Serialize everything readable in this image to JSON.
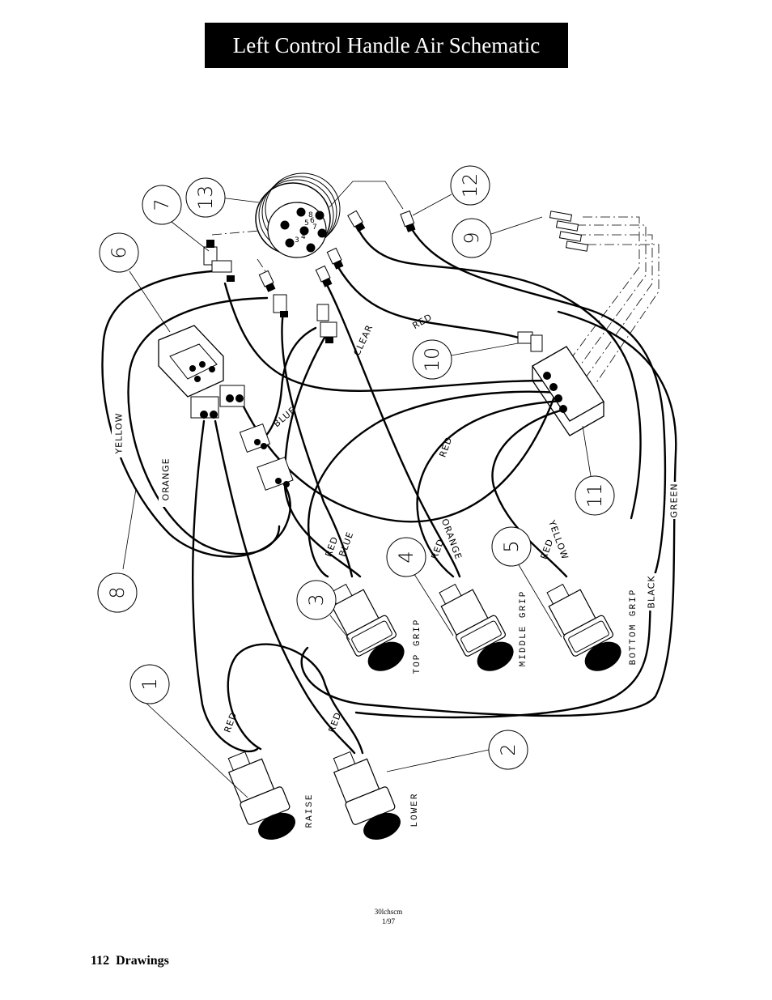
{
  "title": "Left Control Handle Air Schematic",
  "callouts": [
    "1",
    "2",
    "3",
    "4",
    "5",
    "6",
    "7",
    "8",
    "9",
    "10",
    "11",
    "12",
    "13"
  ],
  "connector_pins": [
    "3",
    "4",
    "5",
    "6",
    "7",
    "8"
  ],
  "wire_labels": {
    "yellow_left": "YELLOW",
    "orange_left": "ORANGE",
    "blue_top": "BLUE",
    "clear": "CLEAR",
    "red_top": "RED",
    "red_mid": "RED",
    "red_3": "RED",
    "blue_3": "BLUE",
    "red_4": "RED",
    "orange_4": "ORANGE",
    "red_5": "RED",
    "yellow_5": "YELLOW",
    "green": "GREEN",
    "black": "BLACK",
    "red_1": "RED",
    "red_2": "RED"
  },
  "button_labels": {
    "top_grip": "TOP GRIP",
    "middle_grip": "MIDDLE GRIP",
    "bottom_grip": "BOTTOM GRIP",
    "raise": "RAISE",
    "lower": "LOWER"
  },
  "drawing_code": "30lchscm",
  "drawing_date": "1/97",
  "page_number": "112",
  "section": "Drawings"
}
